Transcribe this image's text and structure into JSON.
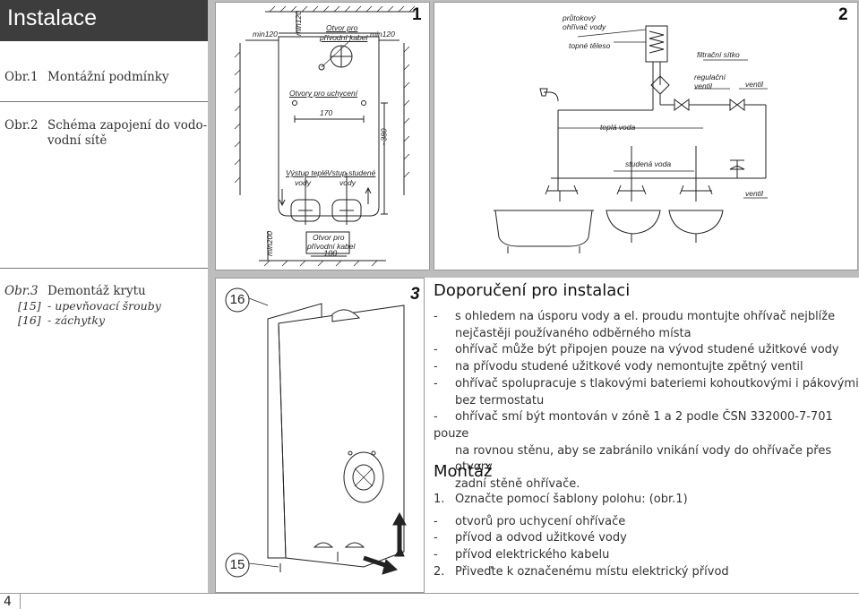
{
  "header": {
    "title": "Instalace"
  },
  "captions": {
    "fig1": {
      "num": "Obr.1",
      "text": "Montážní podmínky"
    },
    "fig2": {
      "num": "Obr.2",
      "text_line1": "Schéma zapojení do vodo-",
      "text_line2": "vodní sítě"
    },
    "fig3": {
      "num": "Obr.3",
      "text": "Demontáž krytu",
      "items": [
        {
          "ref": "[15]",
          "text": "- upevňovací šrouby"
        },
        {
          "ref": "[16]",
          "text": "- záchytky"
        }
      ]
    }
  },
  "figure1": {
    "number": "1",
    "labels": {
      "min120_left": "min120",
      "min120_vert": "min120",
      "min120_right": "min120",
      "otvor_kabel_1": "Otvor pro",
      "otvor_kabel_2": "přívodní kabel",
      "otvory_uchyceni": "Otvory pro uchycení",
      "dim_170": "170",
      "dim_380": "~380",
      "vystup_1": "Výstup teplé",
      "vystup_2": "vody",
      "vstup_1": "Vstup studené",
      "vstup_2": "vody",
      "min200": "min200",
      "otvor_b_1": "Otvor pro",
      "otvor_b_2": "přívodní kabel",
      "dim_100": "~100"
    }
  },
  "figure2": {
    "number": "2",
    "labels": {
      "prutokovy_1": "průtokový",
      "prutokovy_2": "ohřívač vody",
      "topne": "topné těleso",
      "filtracni": "filtrační sítko",
      "regulacni_1": "regulační",
      "regulacni_2": "ventil",
      "ventil_top": "ventil",
      "tepla": "teplá voda",
      "studena": "studená voda",
      "ventil_bottom": "ventil"
    }
  },
  "figure3": {
    "number": "3",
    "callout_16": "16",
    "callout_15": "15"
  },
  "recommend": {
    "heading": "Doporučení pro instalaci",
    "items": [
      [
        "s ohledem na úsporu vody a el. proudu montujte ohřívač nejblíže",
        "nejčastěji používaného odběrného místa"
      ],
      [
        "ohřívač může být připojen pouze na vývod studené užitkové vody"
      ],
      [
        "na přívodu studené užitkové vody nemontujte zpětný ventil"
      ],
      [
        "ohřívač spolupracuje s tlakovými bateriemi kohoutkovými i pákovými",
        "bez termostatu"
      ],
      [
        "ohřívač smí být montován v zóně 1 a 2 podle ČSN 332000-7-701 pouze",
        "na rovnou stěnu, aby se zabránilo vnikání vody do ohřívače přes otvory",
        "zadní stěně ohřívače."
      ]
    ]
  },
  "assembly": {
    "heading": "Montáž",
    "step1": {
      "num": "1.",
      "text": "Označte pomocí šablony polohu: (obr.1)"
    },
    "items": [
      "otvorů pro uchycení ohřívače",
      "přívod a odvod užitkové vody",
      "přívod elektrického kabelu"
    ],
    "step2": {
      "num": "2.",
      "text": "Přiveďte k označenému místu elektrický přívod"
    }
  },
  "page_number": "4"
}
